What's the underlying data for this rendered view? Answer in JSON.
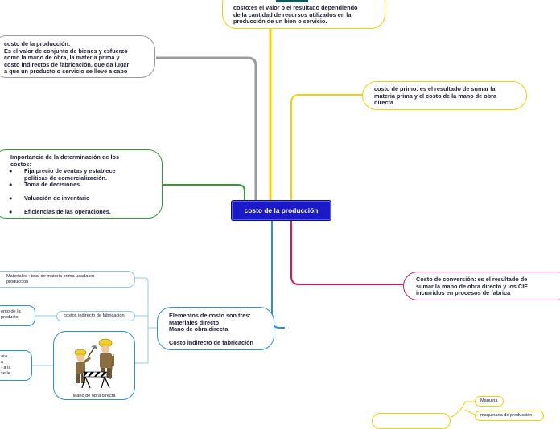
{
  "center": {
    "label": "costo de la producción"
  },
  "nodes": {
    "costo": "costo:es el valor o el resultado dependiendo\nde la cantidad de recursos utilizados en la\nproducción de un bien o servicio.",
    "costo_produccion_title": "costo de la producción:",
    "costo_produccion_body": "Es el valor de conjunto de bienes y esfuerzo\ncomo la mano de obra, la materia prima y\ncosto indirectos de fabricación, que da lugar\na que un producto o servicio se lleve a cabo",
    "costo_primo": "costo de primo: es el resultado de sumar la\nmateria prima y el costo de la mano de obra\ndirecta",
    "importancia_title": "Importancia de la determinación de los\ncostos:",
    "importancia_items": [
      "Fija precio de ventas y establece\npolíticas de comercialización.",
      "Toma de decisiones.",
      "Valuación de inventario",
      "Eficiencias de las operaciones."
    ],
    "conversion": "Costo de conversión: es el resultado de\nsumar la mano de obra directo y los CIF\nincurridos en procesos de fabrica",
    "elementos": "Elementos de costo son tres:\nMateriales directo\nMano de obra directa\n\nCosto indirecto de fabricación",
    "materiales": "Materiales : total de materia prima usada en\nproducción",
    "cif": "costos indirecto de fabricación",
    "cif_left": "ento de la\nproducto",
    "mano_left": "ara\na\n- a la\nse le",
    "mano_obra": "Mano de obra directa",
    "maquina": "Maquina",
    "maquinaria": "maquinaria de producción"
  },
  "colors": {
    "center_bg": "#1a1ac8",
    "yellow": "#f5d000",
    "gray": "#9a9a9a",
    "green": "#2e9e2e",
    "crimson": "#d21a5a",
    "blue": "#2a90e0",
    "lightblue": "#8ec9ec"
  }
}
